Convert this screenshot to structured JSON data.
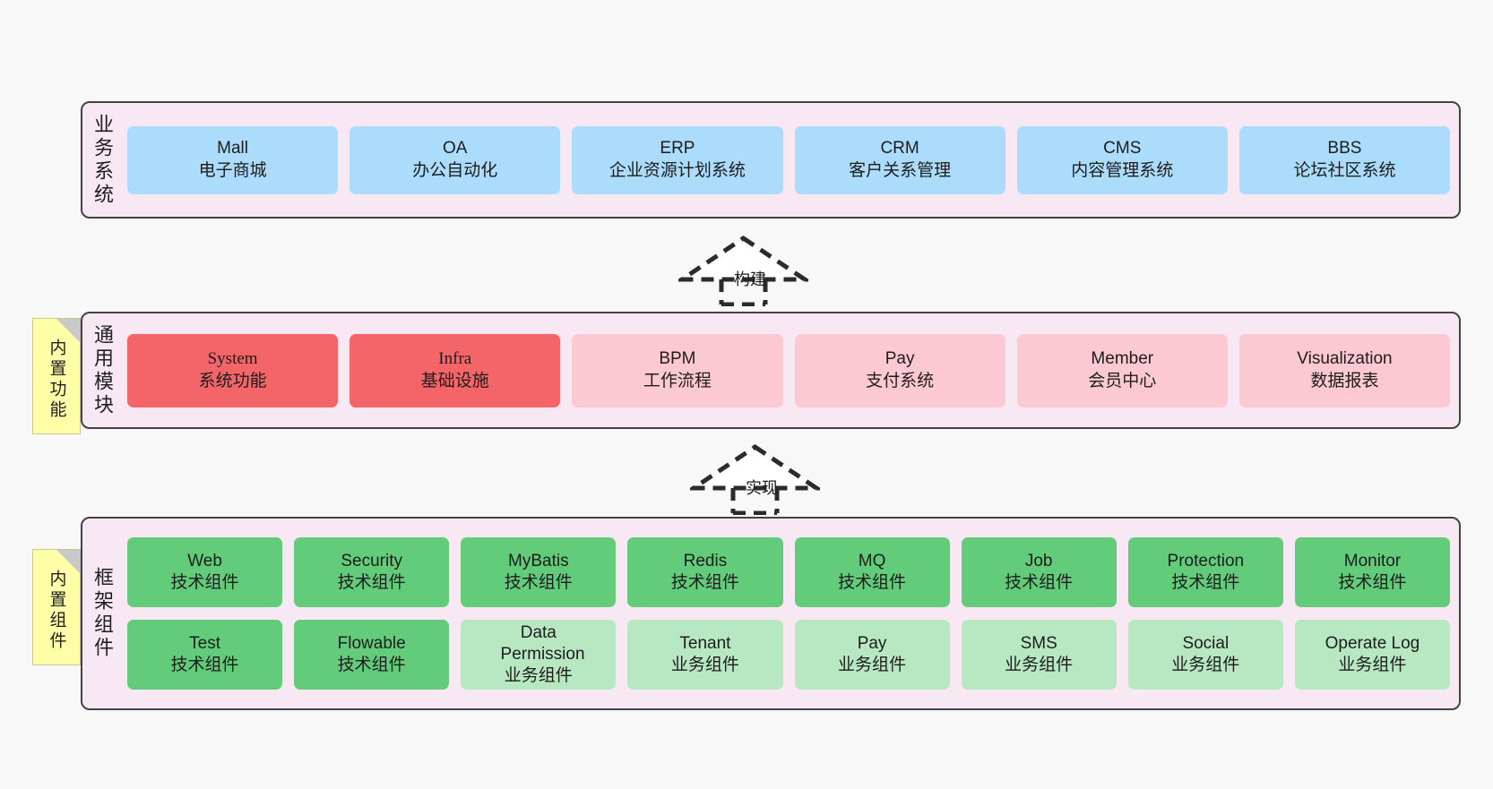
{
  "diagram": {
    "background_color": "#f8f8f8",
    "layer_fill": "#f7e8f3",
    "layer_border": "#444246"
  },
  "layers": [
    {
      "id": "business-systems",
      "title": "业务系统",
      "note": null,
      "rows": [
        {
          "style": "blue",
          "cards": [
            {
              "en": "Mall",
              "cn": "电子商城"
            },
            {
              "en": "OA",
              "cn": "办公自动化"
            },
            {
              "en": "ERP",
              "cn": "企业资源计划系统"
            },
            {
              "en": "CRM",
              "cn": "客户关系管理"
            },
            {
              "en": "CMS",
              "cn": "内容管理系统"
            },
            {
              "en": "BBS",
              "cn": "论坛社区系统"
            }
          ]
        }
      ]
    },
    {
      "id": "common-modules",
      "title": "通用模块",
      "note": "内置功能",
      "rows": [
        {
          "style": "mixed",
          "cards": [
            {
              "en": "System",
              "cn": "系统功能",
              "style": "red"
            },
            {
              "en": "Infra",
              "cn": "基础设施",
              "style": "red"
            },
            {
              "en": "BPM",
              "cn": "工作流程",
              "style": "pink"
            },
            {
              "en": "Pay",
              "cn": "支付系统",
              "style": "pink"
            },
            {
              "en": "Member",
              "cn": "会员中心",
              "style": "pink"
            },
            {
              "en": "Visualization",
              "cn": "数据报表",
              "style": "pink"
            }
          ]
        }
      ]
    },
    {
      "id": "framework-components",
      "title": "框架组件",
      "note": "内置组件",
      "rows": [
        {
          "style": "green",
          "cards": [
            {
              "en": "Web",
              "cn": "技术组件"
            },
            {
              "en": "Security",
              "cn": "技术组件"
            },
            {
              "en": "MyBatis",
              "cn": "技术组件"
            },
            {
              "en": "Redis",
              "cn": "技术组件"
            },
            {
              "en": "MQ",
              "cn": "技术组件"
            },
            {
              "en": "Job",
              "cn": "技术组件"
            },
            {
              "en": "Protection",
              "cn": "技术组件"
            },
            {
              "en": "Monitor",
              "cn": "技术组件"
            }
          ]
        },
        {
          "style": "lgreen",
          "cards": [
            {
              "en": "Test",
              "cn": "技术组件",
              "style": "green"
            },
            {
              "en": "Flowable",
              "cn": "技术组件",
              "style": "green"
            },
            {
              "en": "Data Permission",
              "cn": "业务组件",
              "style": "lgreen"
            },
            {
              "en": "Tenant",
              "cn": "业务组件",
              "style": "lgreen"
            },
            {
              "en": "Pay",
              "cn": "业务组件",
              "style": "lgreen"
            },
            {
              "en": "SMS",
              "cn": "业务组件",
              "style": "lgreen"
            },
            {
              "en": "Social",
              "cn": "业务组件",
              "style": "lgreen"
            },
            {
              "en": "Operate Log",
              "cn": "业务组件",
              "style": "lgreen"
            }
          ]
        }
      ]
    }
  ],
  "arrows": [
    {
      "id": "build-arrow",
      "label": "构建",
      "direction": "up",
      "style": "dashed-hollow-triangle"
    },
    {
      "id": "implement-arrow",
      "label": "实现",
      "direction": "up",
      "style": "dashed-hollow-triangle"
    }
  ]
}
